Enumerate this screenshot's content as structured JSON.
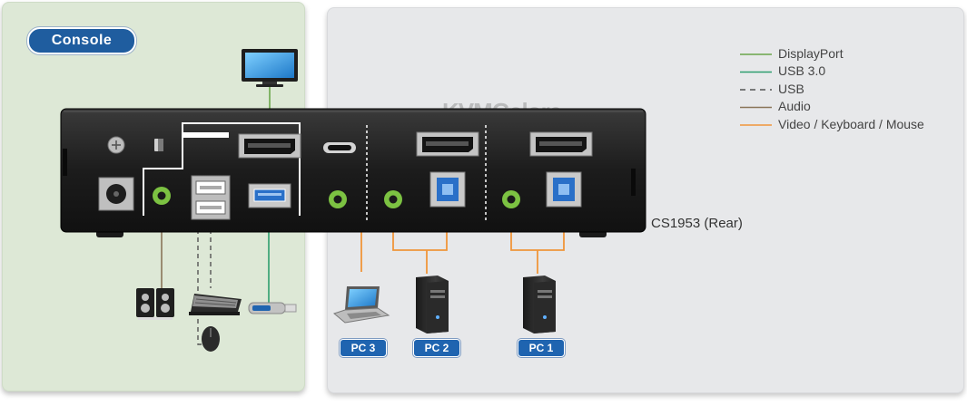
{
  "console_badge": "Console",
  "device_caption": "CS1953 (Rear)",
  "watermark": "KVMGalore",
  "legend": [
    {
      "label": "DisplayPort",
      "style": "solid",
      "color": "#6aa64a"
    },
    {
      "label": "USB 3.0",
      "style": "solid",
      "color": "#2e9e6e"
    },
    {
      "label": "USB",
      "style": "dashed",
      "color": "#555555"
    },
    {
      "label": "Audio",
      "style": "solid",
      "color": "#8a7559"
    },
    {
      "label": "Video / Keyboard / Mouse",
      "style": "solid",
      "color": "#f0953a"
    }
  ],
  "pcs": [
    {
      "label": "PC 3",
      "kind": "laptop"
    },
    {
      "label": "PC 2",
      "kind": "tower"
    },
    {
      "label": "PC 1",
      "kind": "tower"
    }
  ],
  "console_devices": [
    "monitor-icon",
    "speakers-icon",
    "keyboard-icon",
    "usb-drive-icon",
    "mouse-icon"
  ],
  "colors": {
    "console_panel": "#dde8d6",
    "pc_panel": "#e7e8ea",
    "badge": "#1f5d9f",
    "pc_label": "#1f64b0",
    "audio_jack": "#7cc242"
  }
}
